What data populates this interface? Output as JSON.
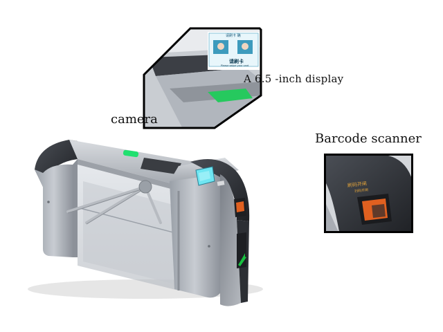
{
  "labels": {
    "display": "A 6.5 -inch display",
    "camera": "camera",
    "barcode": "Barcode scanner"
  },
  "screen": {
    "header": "请刷卡 确",
    "prompt": "请刷卡",
    "subtext": "Please swipe your card"
  },
  "scanner": {
    "label_line1": "刷码开闸",
    "label_line2": "扫码开闸"
  },
  "colors": {
    "indicator_green": "#22e070",
    "arrow_green": "#18c040",
    "screen_cyan": "#6fe6f2",
    "scanner_orange": "#e06020",
    "body_steel": "#a9adb4",
    "cap_dark": "#2e3136"
  }
}
